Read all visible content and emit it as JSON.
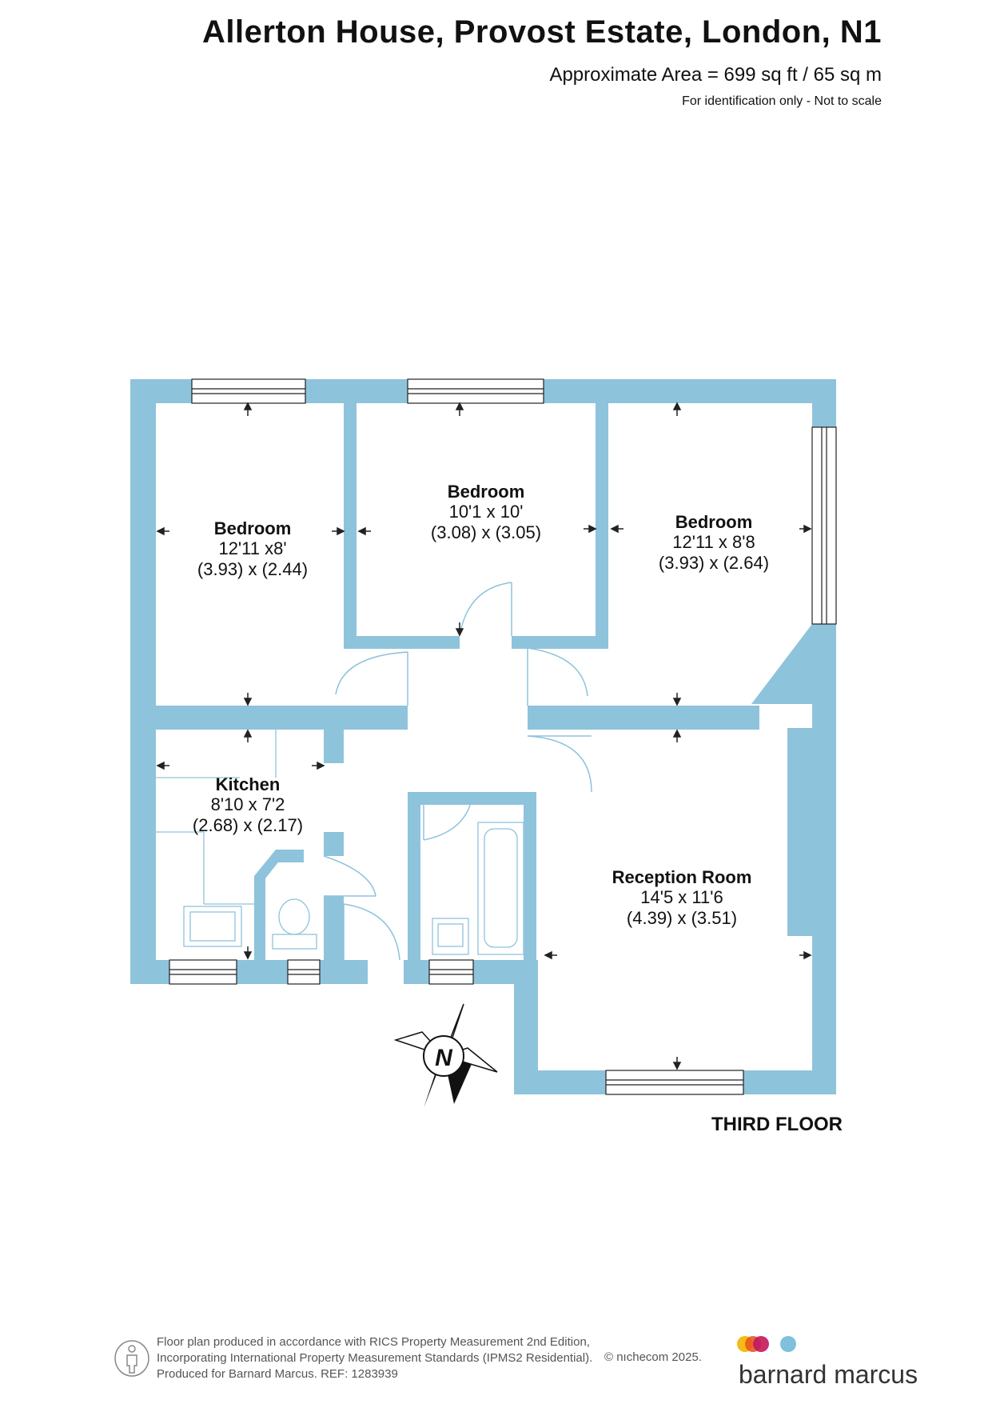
{
  "header": {
    "title": "Allerton House, Provost Estate, London, N1",
    "area": "Approximate Area = 699 sq ft / 65 sq m",
    "note": "For identification only - Not to scale"
  },
  "rooms": [
    {
      "name": "Bedroom",
      "imperial": "12'11  x8'",
      "metric": "(3.93) x (2.44)"
    },
    {
      "name": "Bedroom",
      "imperial": "10'1 x 10'",
      "metric": "(3.08) x (3.05)"
    },
    {
      "name": "Bedroom",
      "imperial": "12'11 x 8'8",
      "metric": "(3.93) x (2.64)"
    },
    {
      "name": "Kitchen",
      "imperial": "8'10 x 7'2",
      "metric": "(2.68) x (2.17)"
    },
    {
      "name": "Reception Room",
      "imperial": "14'5 x 11'6",
      "metric": "(4.39) x (3.51)"
    }
  ],
  "compass": {
    "label": "N"
  },
  "floor_label": "THIRD FLOOR",
  "footer": {
    "line1": "Floor plan produced in accordance with RICS Property Measurement 2nd Edition,",
    "line2": "Incorporating International Property Measurement Standards (IPMS2 Residential).",
    "line3": "Produced for Barnard Marcus.   REF:  1283939",
    "copyright": "© nıchecom 2025."
  },
  "brand": {
    "name": "barnard marcus",
    "colors": [
      "#f4b400",
      "#e8501e",
      "#c2185b",
      "#7ec0dd"
    ]
  },
  "colors": {
    "wall": "#8ec3dc",
    "window": "#ffffff",
    "line": "#8ec3dc"
  }
}
